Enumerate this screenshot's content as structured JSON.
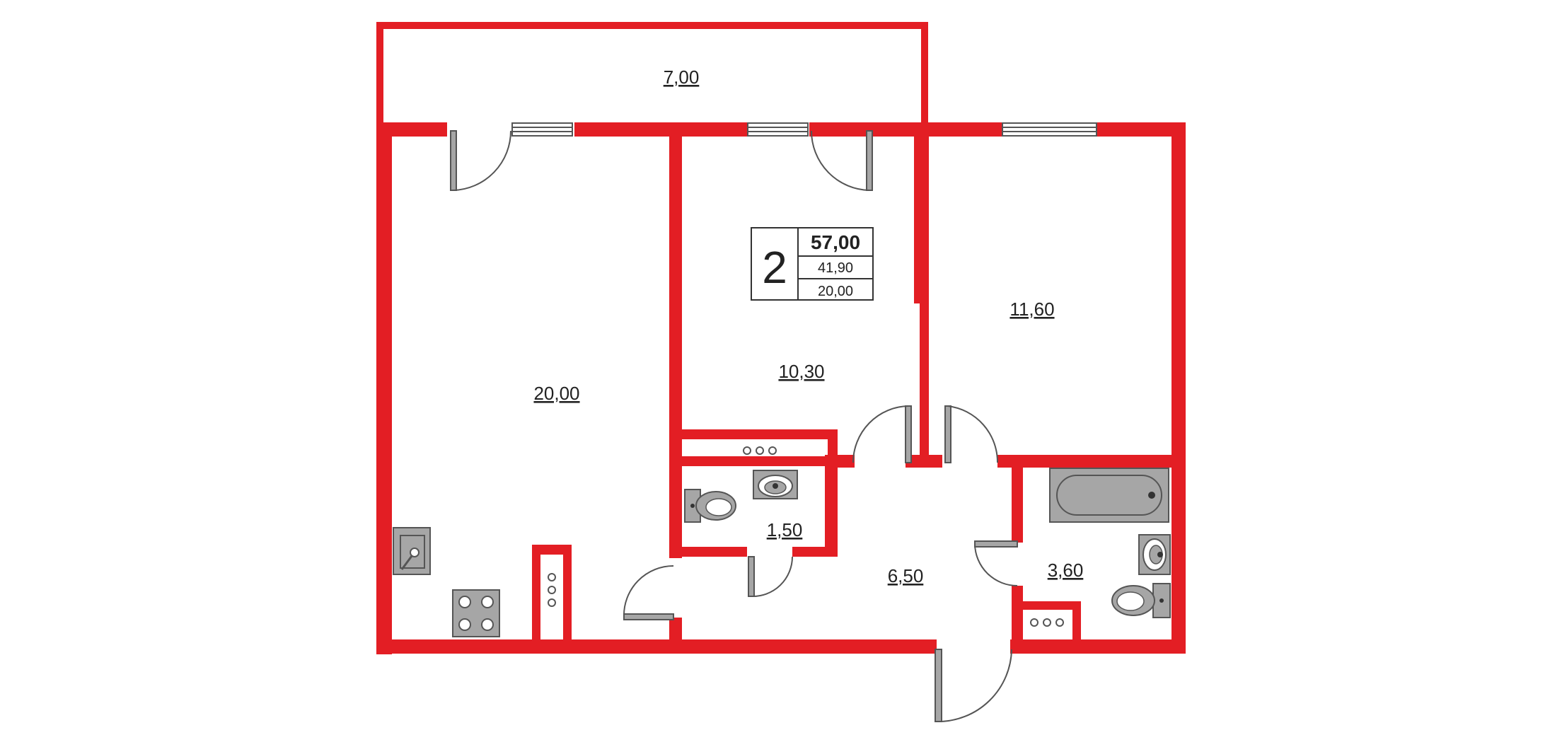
{
  "colors": {
    "wall": "#E31E24",
    "fixture_fill": "#A6A6A6",
    "fixture_stroke": "#555555",
    "text": "#222222"
  },
  "badge": {
    "rooms": "2",
    "total_area": "57,00",
    "living_area": "41,90",
    "kitchen_area": "20,00"
  },
  "rooms": {
    "balcony": "7,00",
    "kitchen": "20,00",
    "room_1": "10,30",
    "room_2": "11,60",
    "toilet": "1,50",
    "hallway": "6,50",
    "bathroom": "3,60"
  },
  "icons": [
    "door-swing-icon",
    "window-icon",
    "sink-icon",
    "stove-icon",
    "toilet-icon",
    "bathtub-icon",
    "washbasin-icon",
    "shaft-icon"
  ]
}
